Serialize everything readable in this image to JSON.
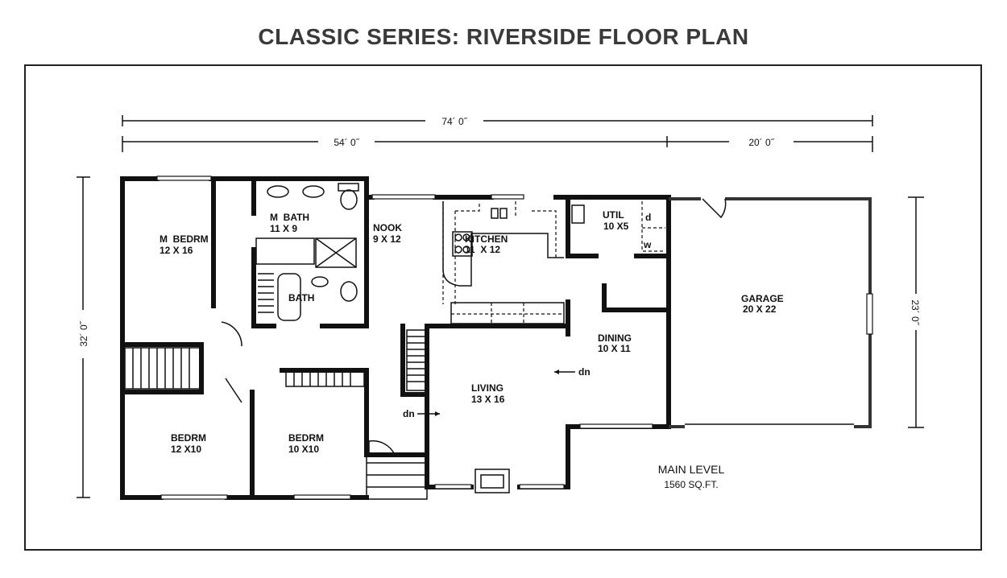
{
  "title": "CLASSIC SERIES: RIVERSIDE FLOOR PLAN",
  "dimensions": {
    "overall_width": "74´ 0˝",
    "house_width": "54´ 0˝",
    "garage_width": "20´ 0˝",
    "house_depth": "32´ 0˝",
    "garage_depth": "23´ 0˝"
  },
  "rooms": {
    "master_bedroom": {
      "name": "M  BEDRM",
      "size": "12 X 16"
    },
    "master_bath": {
      "name": "M  BATH",
      "size": "11 X 9"
    },
    "bath": {
      "name": "BATH"
    },
    "nook": {
      "name": "NOOK",
      "size": "9 X 12"
    },
    "kitchen": {
      "name": "KITCHEN",
      "size": "11  X 12"
    },
    "utility": {
      "name": "UTIL",
      "size": "10 X5",
      "dryer": "d",
      "washer": "w"
    },
    "garage": {
      "name": "GARAGE",
      "size": "20 X 22"
    },
    "dining": {
      "name": "DINING",
      "size": "10 X 11"
    },
    "living": {
      "name": "LIVING",
      "size": "13 X 16"
    },
    "bedroom_2": {
      "name": "BEDRM",
      "size": "12 X10"
    },
    "bedroom_3": {
      "name": "BEDRM",
      "size": "10 X10"
    }
  },
  "stairs": {
    "down_1": "dn",
    "down_2": "dn"
  },
  "summary": {
    "level": "MAIN LEVEL",
    "area": "1560 SQ.FT."
  }
}
